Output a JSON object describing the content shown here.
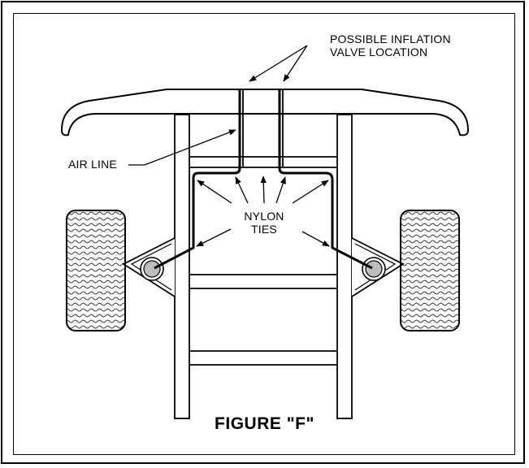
{
  "labels": {
    "inflation_line1": "POSSIBLE INFLATION",
    "inflation_line2": "VALVE LOCATION",
    "air_line": "AIR LINE",
    "nylon": "NYLON",
    "ties": "TIES"
  },
  "caption": "FIGURE \"F\""
}
